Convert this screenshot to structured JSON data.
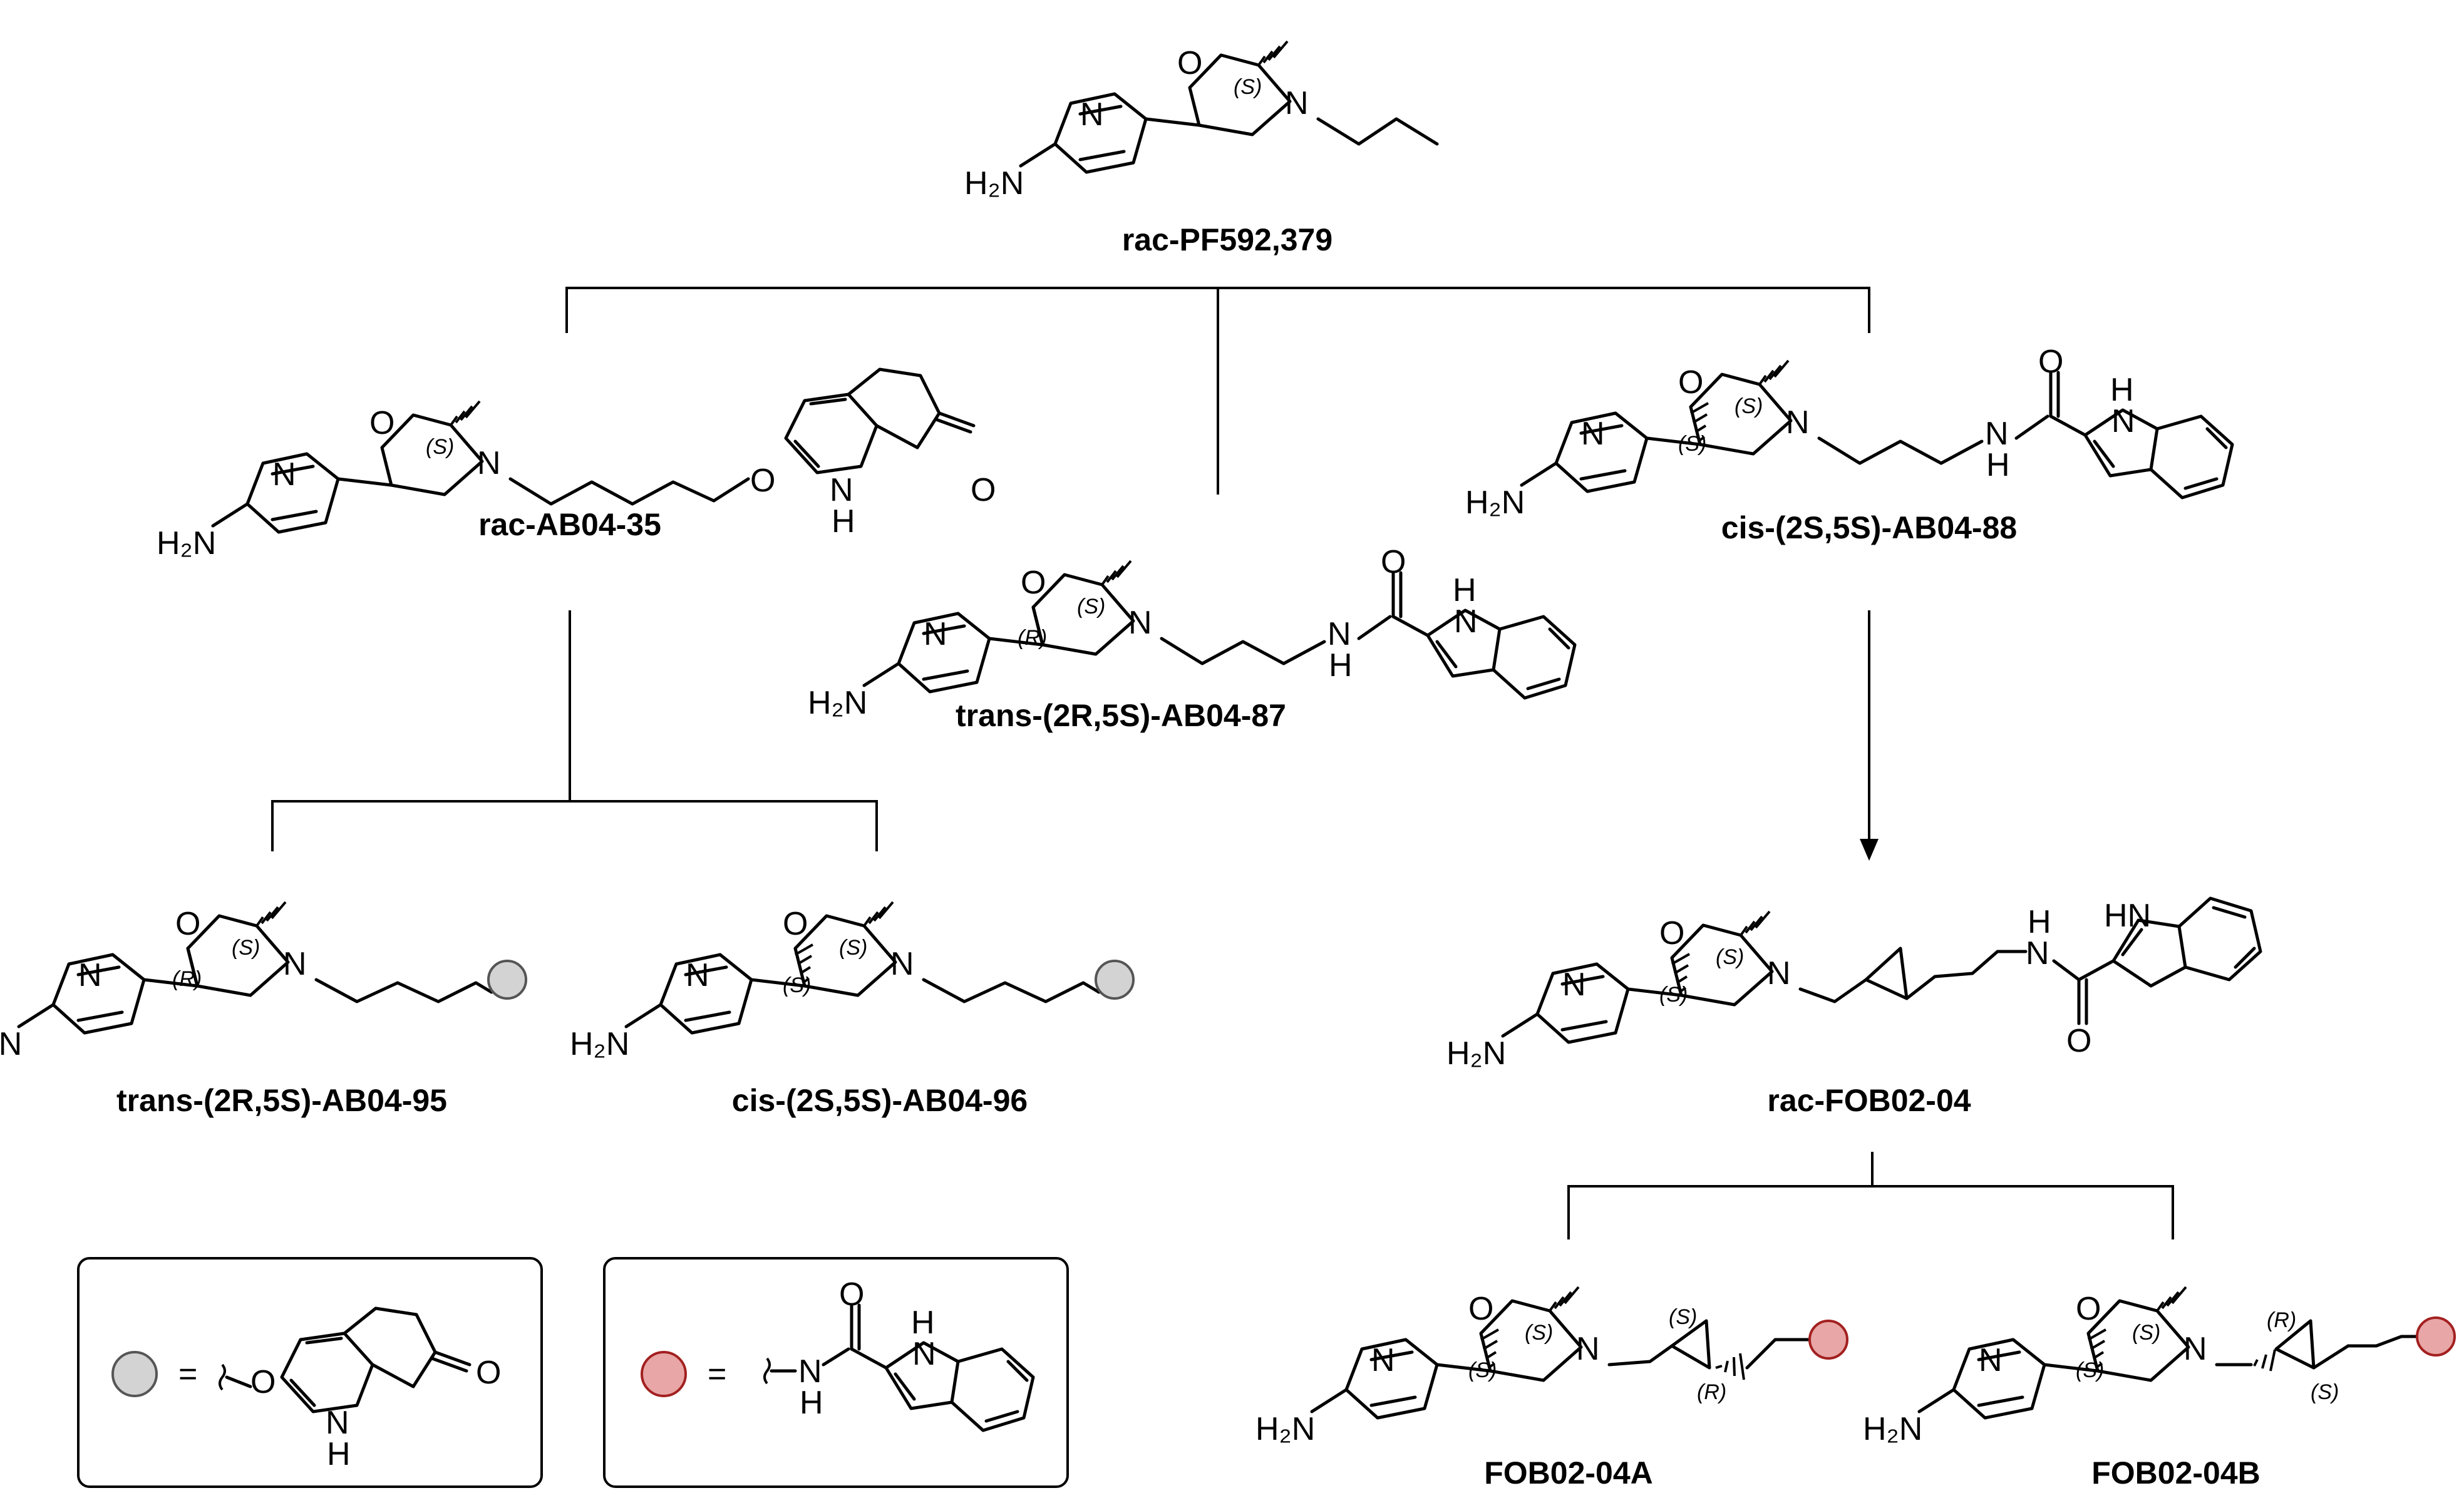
{
  "colors": {
    "grey_dot": "#d3d3d3",
    "red_dot": "#e8a6a6",
    "red_dot_stroke": "#a32020"
  },
  "atoms": {
    "O": "O",
    "N": "N",
    "NH": "NH",
    "H": "H",
    "H2N": "H₂N",
    "HN": "HN",
    "equals": "="
  },
  "stereo": {
    "S": "(S)",
    "R": "(R)"
  },
  "compounds": {
    "c1": "rac-PF592,379",
    "c2": "rac-AB04-35",
    "c3": "trans-(2R,5S)-AB04-87",
    "c4": "cis-(2S,5S)-AB04-88",
    "c5": "trans-(2R,5S)-AB04-95",
    "c6": "cis-(2S,5S)-AB04-96",
    "c7": "rac-FOB02-04",
    "c8": "FOB02-04A",
    "c9": "FOB02-04B"
  },
  "icons": {
    "grey": "grey-circle-substituent-icon",
    "red": "red-circle-substituent-icon",
    "wavy": "wavy-attachment-bond-icon"
  }
}
